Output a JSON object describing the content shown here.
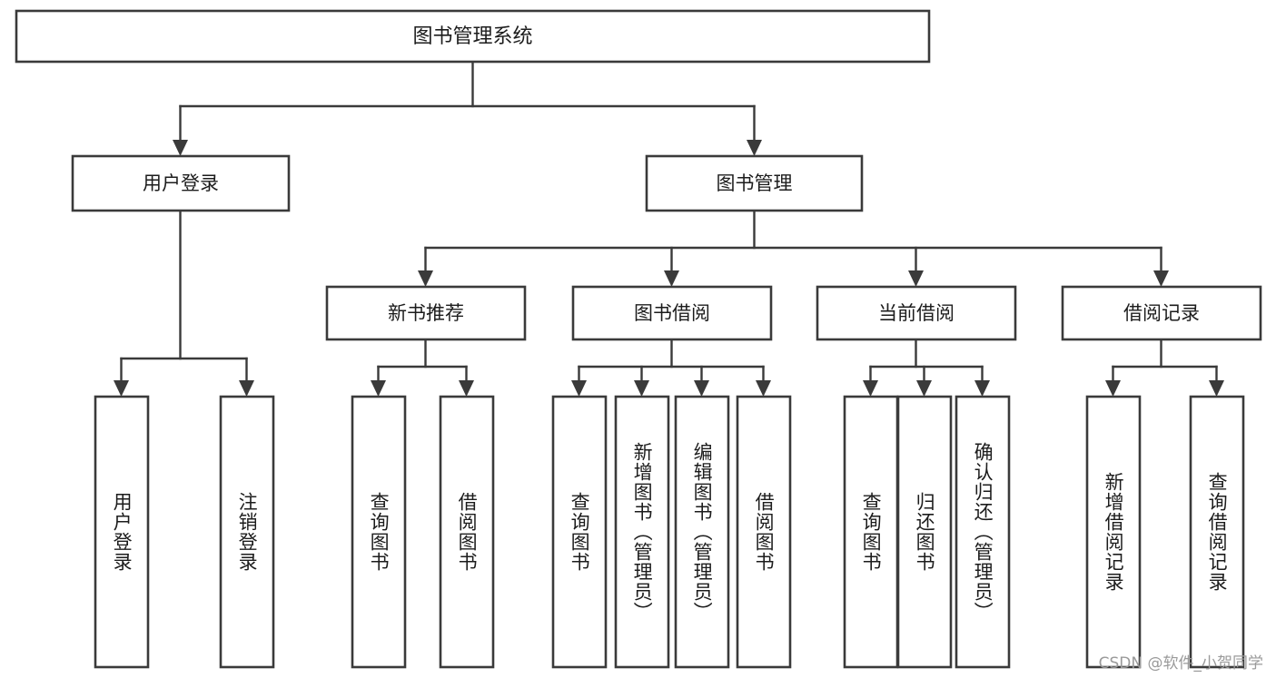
{
  "diagram": {
    "title": "图书管理系统",
    "type": "tree-hierarchy",
    "root": {
      "id": "root",
      "label": "图书管理系统"
    },
    "level2": [
      {
        "id": "user-login",
        "label": "用户登录"
      },
      {
        "id": "book-manage",
        "label": "图书管理"
      }
    ],
    "level3": [
      {
        "id": "new-book-recommend",
        "label": "新书推荐",
        "parent": "book-manage"
      },
      {
        "id": "book-borrow",
        "label": "图书借阅",
        "parent": "book-manage"
      },
      {
        "id": "current-borrow",
        "label": "当前借阅",
        "parent": "book-manage"
      },
      {
        "id": "borrow-record",
        "label": "借阅记录",
        "parent": "book-manage"
      }
    ],
    "leaves": [
      {
        "id": "leaf-user-login",
        "label": "用户登录",
        "parent": "user-login"
      },
      {
        "id": "leaf-logout-login",
        "label": "注销登录",
        "parent": "user-login"
      },
      {
        "id": "leaf-query-book-1",
        "label": "查询图书",
        "parent": "new-book-recommend"
      },
      {
        "id": "leaf-borrow-book-1",
        "label": "借阅图书",
        "parent": "new-book-recommend"
      },
      {
        "id": "leaf-query-book-2",
        "label": "查询图书",
        "parent": "book-borrow"
      },
      {
        "id": "leaf-add-book",
        "label": "新增图书（管理员）",
        "parent": "book-borrow"
      },
      {
        "id": "leaf-edit-book",
        "label": "编辑图书（管理员）",
        "parent": "book-borrow"
      },
      {
        "id": "leaf-borrow-book-2",
        "label": "借阅图书",
        "parent": "book-borrow"
      },
      {
        "id": "leaf-query-book-3",
        "label": "查询图书",
        "parent": "current-borrow"
      },
      {
        "id": "leaf-return-book",
        "label": "归还图书",
        "parent": "current-borrow"
      },
      {
        "id": "leaf-confirm-return",
        "label": "确认归还（管理员）",
        "parent": "current-borrow"
      },
      {
        "id": "leaf-add-record",
        "label": "新增借阅记录",
        "parent": "borrow-record"
      },
      {
        "id": "leaf-query-record",
        "label": "查询借阅记录",
        "parent": "borrow-record"
      }
    ],
    "colors": {
      "box_stroke": "#3a3a3a",
      "box_fill": "#ffffff",
      "connector": "#3a3a3a",
      "text": "#1c1c1c",
      "background": "#ffffff",
      "watermark": "#9a9a9a"
    }
  },
  "watermark": {
    "text": "CSDN @软件_小贺同学"
  }
}
